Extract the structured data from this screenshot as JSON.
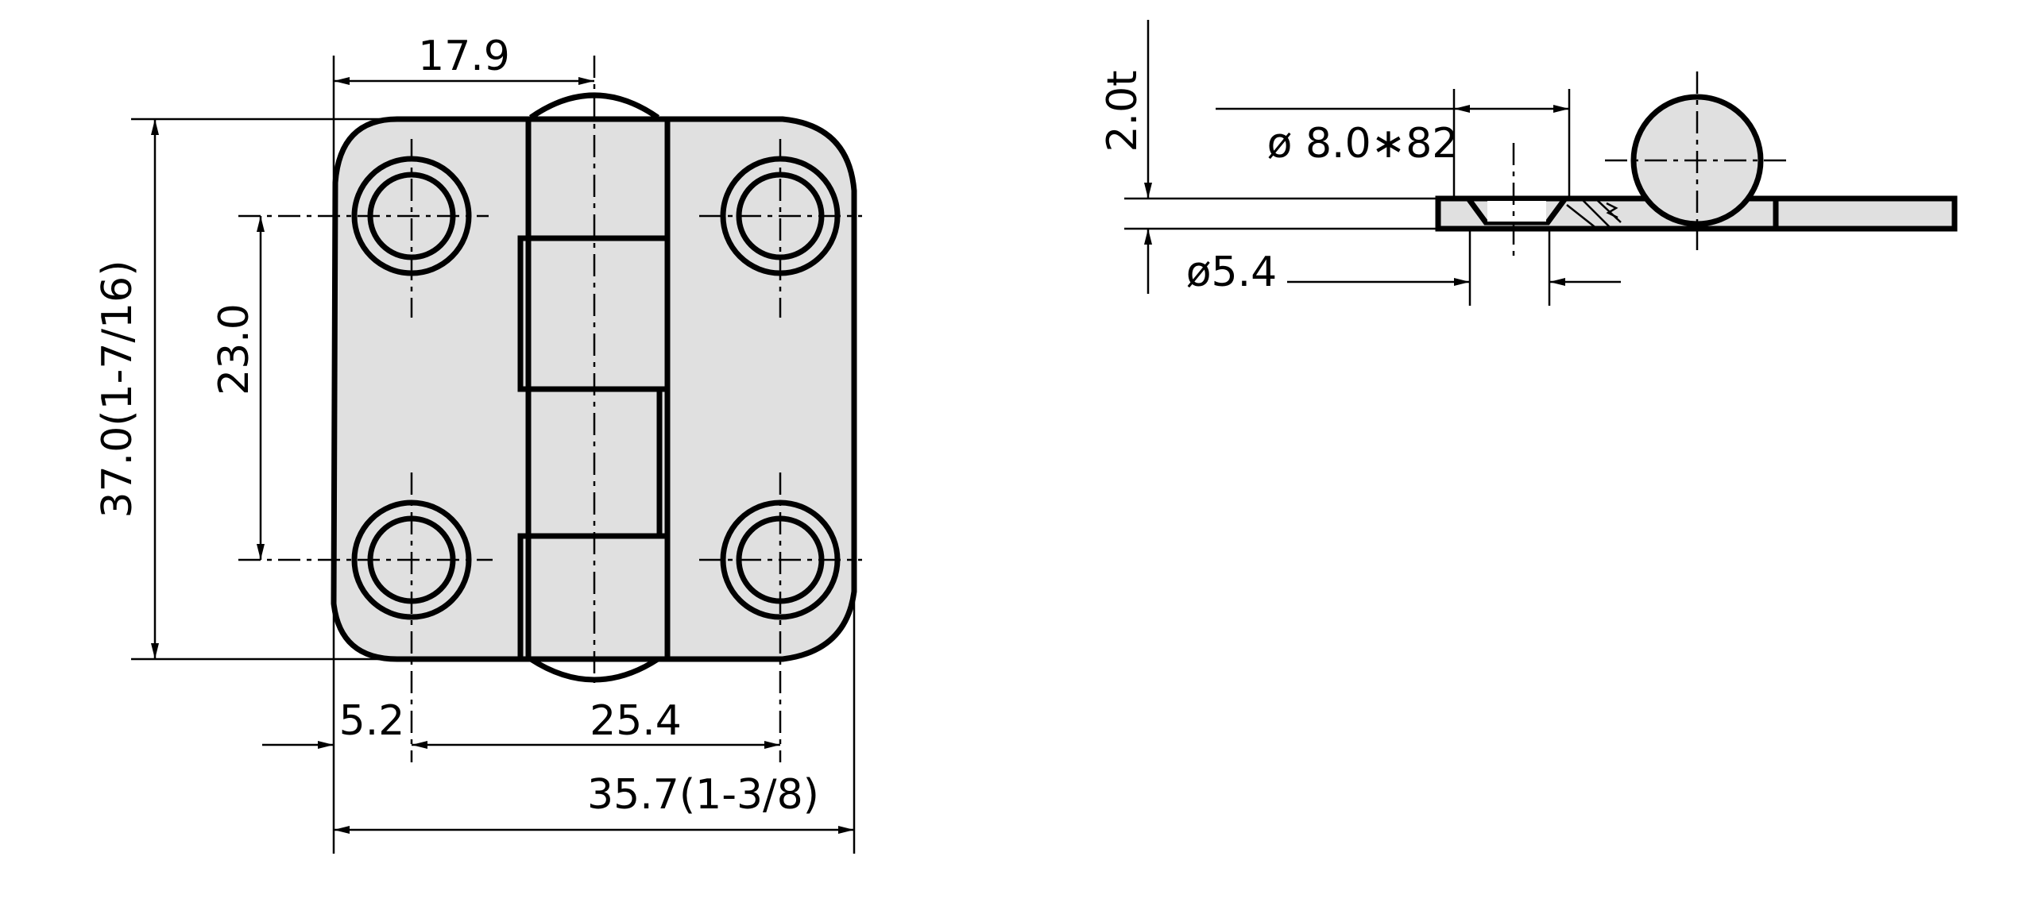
{
  "drawing": {
    "type": "technical_drawing",
    "subject": "butt hinge",
    "colors": {
      "line": "#000000",
      "plate_fill": "#e0e0e0",
      "background": "#ffffff"
    },
    "front_view": {
      "dim_leaf_hole_to_knuckle": "17.9",
      "dim_hole_vertical_spacing": "23.0",
      "dim_overall_height": "37.0(1-7/16)",
      "dim_edge_to_hole": "5.2",
      "dim_hole_horizontal_spacing": "25.4",
      "dim_overall_width": "35.7(1-3/8)"
    },
    "side_view": {
      "dim_thickness": "2.0t",
      "dim_countersink": "ø 8.0∗82",
      "dim_hole_diameter": "ø5.4"
    }
  }
}
